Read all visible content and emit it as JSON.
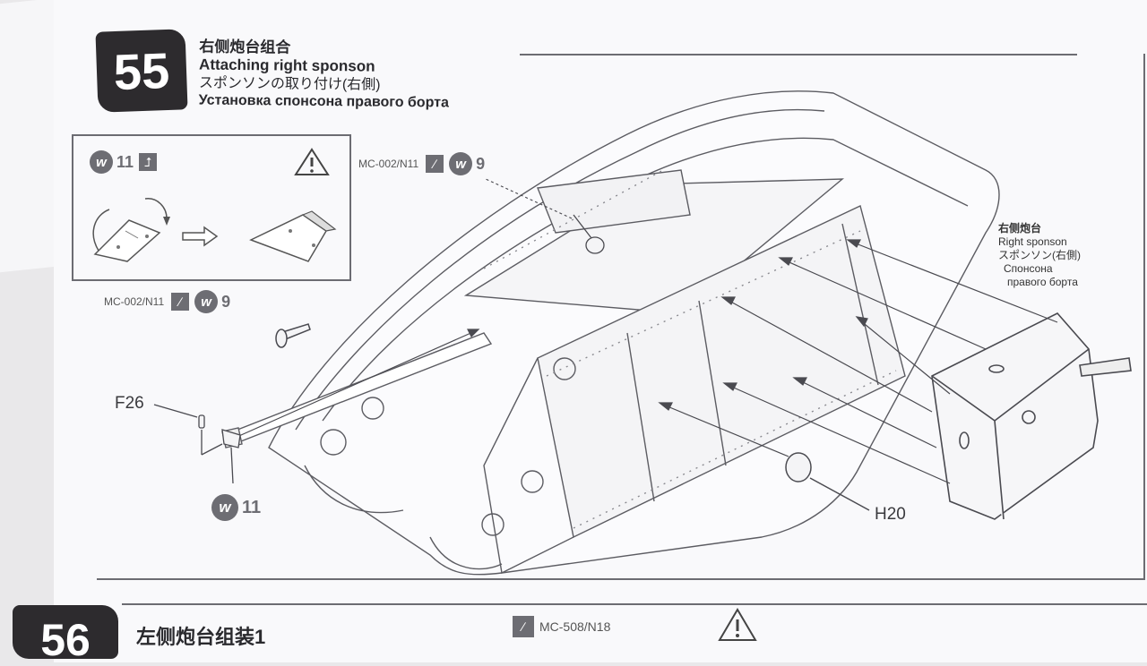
{
  "step55": {
    "number": "55",
    "title_zh": "右侧炮台组合",
    "title_en": "Attaching right sponson",
    "title_ja": "スポンソンの取り付け(右側)",
    "title_ru": "Установка спонсона правого борта"
  },
  "inset": {
    "weather_count": "11",
    "weather_badge": "w",
    "warning_icon": "warning-triangle-icon",
    "arrow_icon": "right-arrow-icon"
  },
  "callouts": {
    "mc_top": "MC-002/N11",
    "w_top": "9",
    "mc_left": "MC-002/N11",
    "w_left": "9",
    "w_bottom": "11",
    "badge_letter": "w"
  },
  "parts": {
    "f26": "F26",
    "h20": "H20"
  },
  "sponson": {
    "zh": "右侧炮台",
    "en": "Right sponson",
    "ja": "スポンソン(右側)",
    "ru1": "Спонсона",
    "ru2": "правого борта"
  },
  "step56": {
    "number": "56",
    "title_zh": "左侧炮台组装1",
    "code": "MC-508/N18"
  }
}
